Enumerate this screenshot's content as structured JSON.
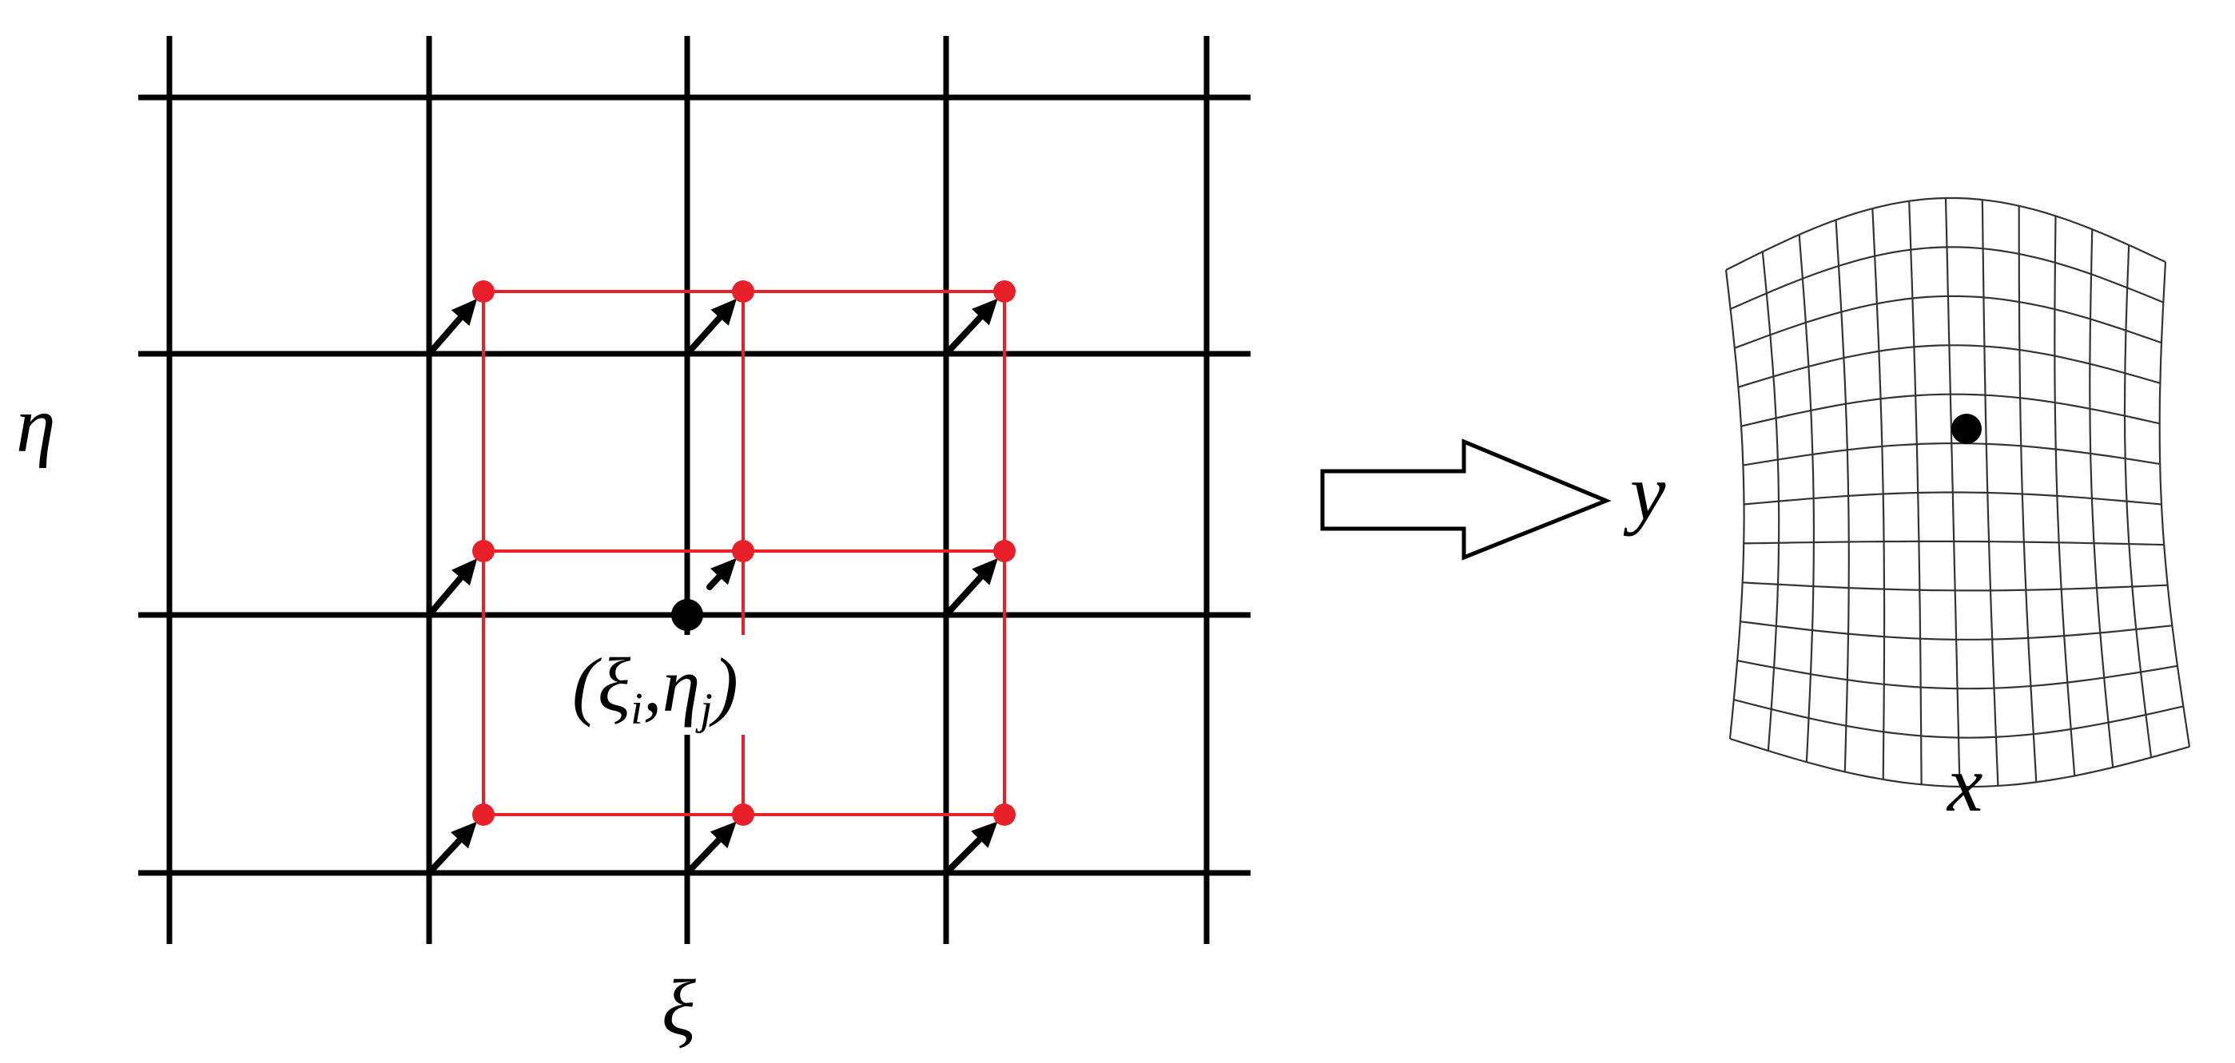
{
  "labels": {
    "eta_axis": "η",
    "xi_axis": "ξ",
    "point_open": "(",
    "point_xi": "ξ",
    "point_i": "i",
    "point_comma": ",",
    "point_eta": "η",
    "point_j": "j",
    "point_close": ")",
    "y_axis": "y",
    "x_axis": "x"
  },
  "colors": {
    "grid": "#000000",
    "stencil": "#e8202a",
    "node": "#e8202a",
    "point": "#000000",
    "curvilinear": "#333333",
    "arrow_fill": "#ffffff"
  }
}
